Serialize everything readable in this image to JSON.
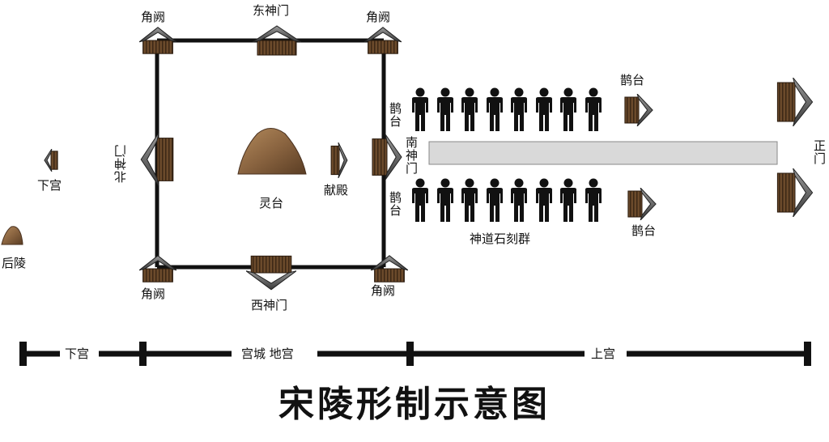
{
  "diagram": {
    "title": "宋陵形制示意图",
    "labels": {
      "corner_tower_tl": "角阙",
      "corner_tower_tr": "角阙",
      "corner_tower_bl": "角阙",
      "corner_tower_br": "角阙",
      "east_gate": "东神门",
      "west_gate": "西神门",
      "north_gate": "北神门",
      "south_gate": "南神门",
      "lower_palace": "下宫",
      "rear_tomb": "后陵",
      "spirit_platform": "灵台",
      "offering_hall": "献殿",
      "que_upper_left": "鹊台",
      "que_lower_left": "鹊台",
      "que_upper_right": "鹊台",
      "que_lower_right": "鹊台",
      "stone_carvings": "神道石刻群",
      "main_gate": "正门"
    },
    "scale_bar": {
      "lower_palace": "下宫",
      "palace_city_underground": "宫城  地宫",
      "upper_palace": "上宫"
    },
    "statue_rows": {
      "top_count": 8,
      "bottom_count": 8
    }
  }
}
